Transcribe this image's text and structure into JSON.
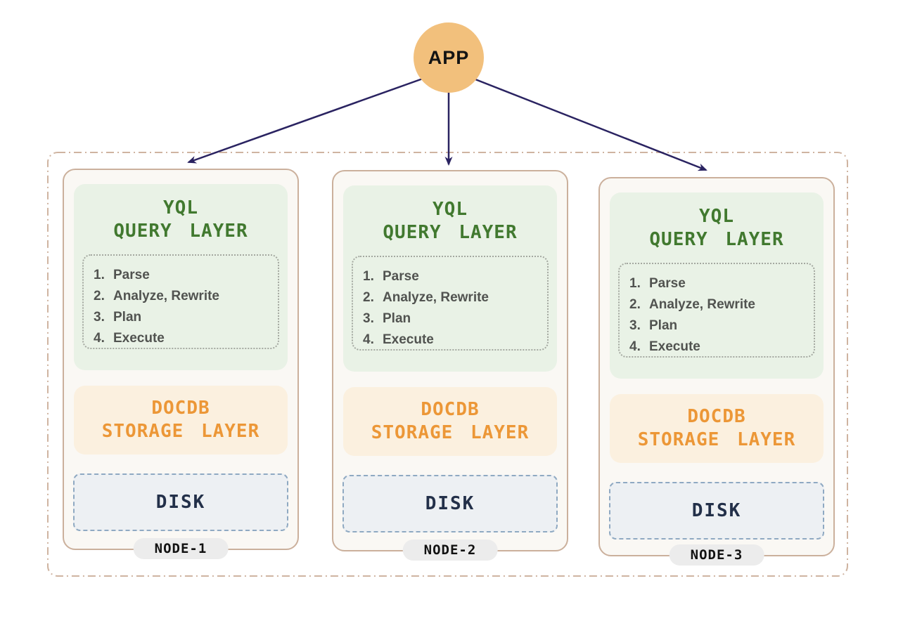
{
  "app": {
    "label": "APP"
  },
  "colors": {
    "app_circle": "#F2C07C",
    "arrow": "#2A2361",
    "cluster_border": "#CFB4A1",
    "node_border": "#CBB09C",
    "node_background": "#FAF8F4",
    "query_layer_background": "#E9F2E6",
    "query_layer_text": "#41792F",
    "storage_layer_background": "#FBF0DF",
    "storage_layer_text": "#EC9737",
    "disk_background": "#EDF0F3",
    "disk_border": "#8FA9C2",
    "disk_text": "#233049",
    "node_pill_background": "#ECECEC"
  },
  "cluster": {
    "nodes": [
      {
        "node_label": "NODE-1",
        "query_layer": {
          "title_line1": "YQL",
          "title_line2": "QUERY LAYER",
          "steps": [
            {
              "num": "1.",
              "label": "Parse"
            },
            {
              "num": "2.",
              "label": "Analyze, Rewrite"
            },
            {
              "num": "3.",
              "label": "Plan"
            },
            {
              "num": "4.",
              "label": "Execute"
            }
          ]
        },
        "storage_layer": {
          "title_line1": "DOCDB",
          "title_line2": "STORAGE LAYER"
        },
        "disk": {
          "label": "DISK"
        }
      },
      {
        "node_label": "NODE-2",
        "query_layer": {
          "title_line1": "YQL",
          "title_line2": "QUERY LAYER",
          "steps": [
            {
              "num": "1.",
              "label": "Parse"
            },
            {
              "num": "2.",
              "label": "Analyze, Rewrite"
            },
            {
              "num": "3.",
              "label": "Plan"
            },
            {
              "num": "4.",
              "label": "Execute"
            }
          ]
        },
        "storage_layer": {
          "title_line1": "DOCDB",
          "title_line2": "STORAGE LAYER"
        },
        "disk": {
          "label": "DISK"
        }
      },
      {
        "node_label": "NODE-3",
        "query_layer": {
          "title_line1": "YQL",
          "title_line2": "QUERY LAYER",
          "steps": [
            {
              "num": "1.",
              "label": "Parse"
            },
            {
              "num": "2.",
              "label": "Analyze, Rewrite"
            },
            {
              "num": "3.",
              "label": "Plan"
            },
            {
              "num": "4.",
              "label": "Execute"
            }
          ]
        },
        "storage_layer": {
          "title_line1": "DOCDB",
          "title_line2": "STORAGE LAYER"
        },
        "disk": {
          "label": "DISK"
        }
      }
    ]
  }
}
